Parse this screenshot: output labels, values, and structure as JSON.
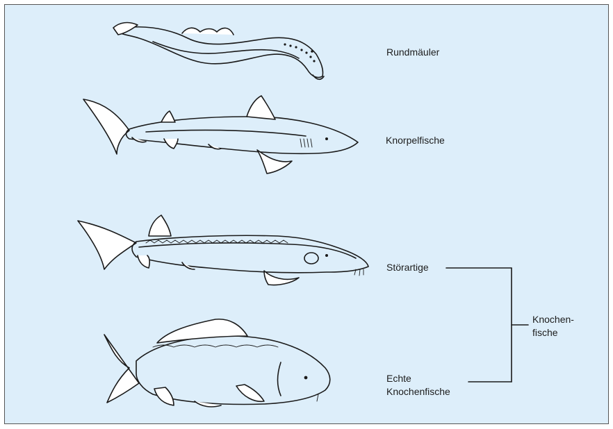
{
  "groups": {
    "rundmaeuler": "Rundmäuler",
    "knorpelfische": "Knorpelfische",
    "stoerartige": "Störartige",
    "echte_line1": "Echte",
    "echte_line2": "Knochenfische",
    "knochen_line1": "Knochen-",
    "knochen_line2": "fische"
  },
  "colors": {
    "background": "#ddeefa",
    "border": "#555555",
    "ink": "#1a1a1a"
  },
  "icons": [
    "lamprey-illustration",
    "shark-illustration",
    "sturgeon-illustration",
    "carp-illustration"
  ]
}
